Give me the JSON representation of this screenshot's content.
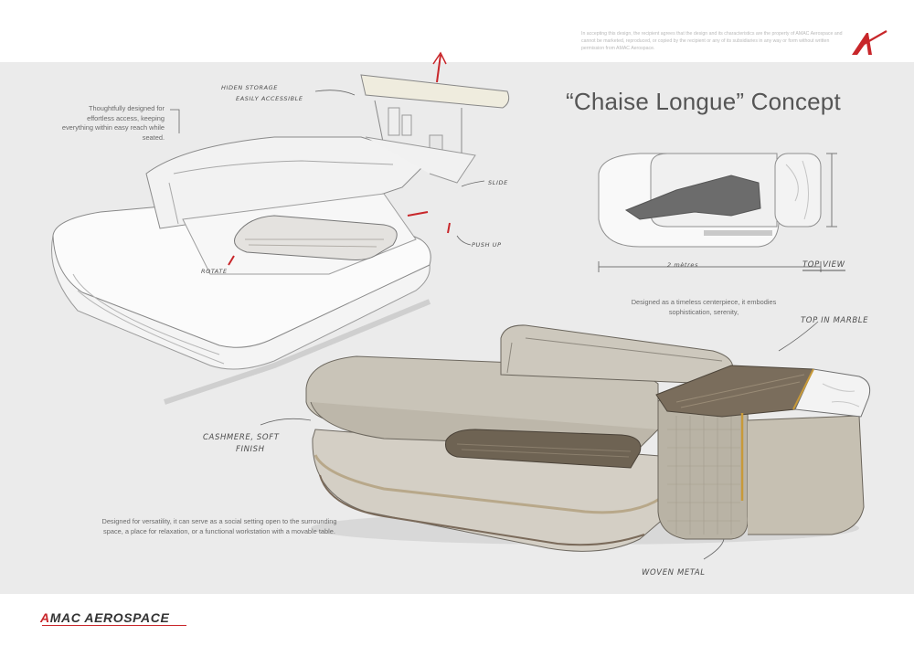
{
  "legal_notice": "In accepting this design, the recipient agrees that the design and its characteristics are the property of AMAC Aerospace and cannot be marketed, reproduced, or copied by the recipient or any of its subsidiaries in any way or form without written permission from AMAC Aerospace.",
  "title": "“Chaise Longue” Concept",
  "notes": {
    "storage": "Thoughtfully designed for effortless access, keeping everything within easy reach while seated.",
    "centerpiece": "Designed as a timeless centerpiece, it embodies sophistication, serenity,",
    "versatility": "Designed for versatility, it can serve as a social setting open to the surrounding space, a place for relaxation, or a functional workstation with a movable table."
  },
  "annotations": {
    "hidden_storage": "Hiden storage",
    "easily_accessible": "easily accessible",
    "slide": "Slide",
    "push_up": "Push up",
    "rotate": "Rotate",
    "two_meters": "2 mètres",
    "top_view": "Top View",
    "top_in_marble": "Top in Marble",
    "cashmere_1": "Cashmere, soft",
    "cashmere_2": "finish",
    "woven_metal": "Woven metal"
  },
  "brand": {
    "first_letter": "A",
    "rest": "MAC AEROSPACE",
    "accent_color": "#c8262a"
  }
}
